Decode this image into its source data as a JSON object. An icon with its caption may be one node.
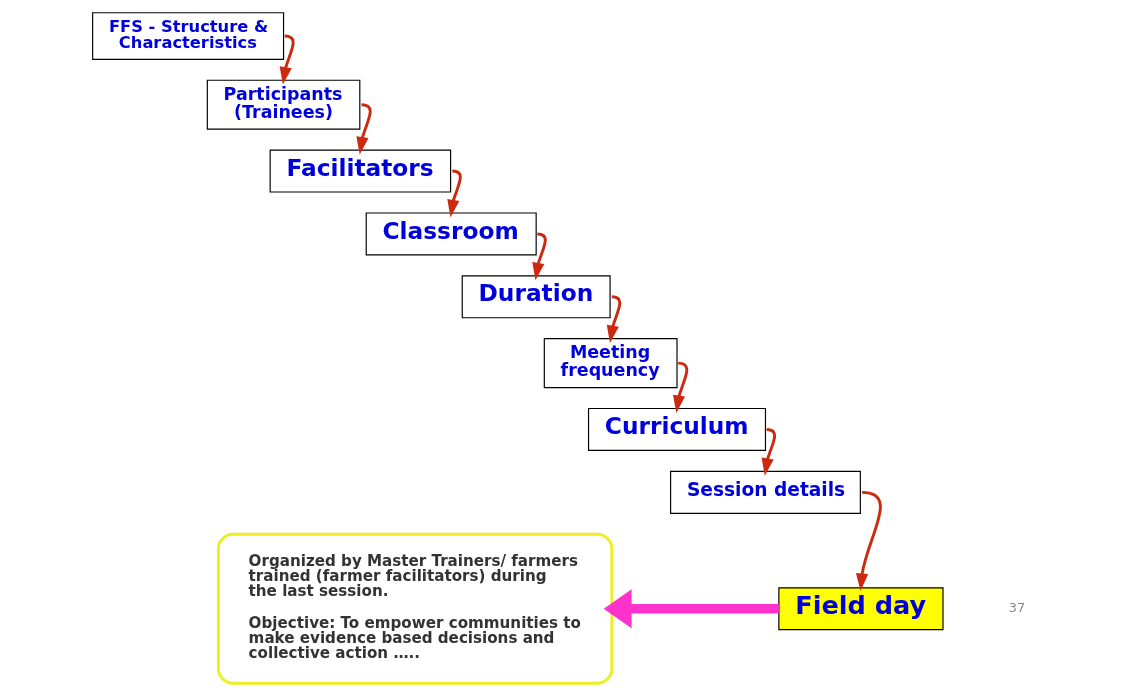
{
  "diagram": {
    "nodes": [
      {
        "text": [
          "FFS - Structure & Characteristics"
        ]
      },
      {
        "text": [
          "Participants (Trainees)"
        ]
      },
      {
        "text": [
          "Facilitators"
        ]
      },
      {
        "text": [
          "Classroom"
        ]
      },
      {
        "text": [
          "Duration"
        ]
      },
      {
        "text": [
          "Meeting frequency"
        ]
      },
      {
        "text": [
          "Curriculum"
        ]
      },
      {
        "text": [
          "Session details"
        ]
      },
      {
        "text": [
          "Field day"
        ]
      },
      {
        "text": [
          "Organized by Master Trainers/ farmers trained (farmer facilitators) during the last session.",
          "Objective: To empower communities to make evidence based decisions and collective action ….."
        ]
      }
    ],
    "edges": [
      {
        "from": 0,
        "to": 1,
        "arrow": "to"
      },
      {
        "from": 1,
        "to": 2,
        "arrow": "to"
      },
      {
        "from": 2,
        "to": 3,
        "arrow": "to"
      },
      {
        "from": 3,
        "to": 4,
        "arrow": "to"
      },
      {
        "from": 4,
        "to": 5,
        "arrow": "to"
      },
      {
        "from": 5,
        "to": 6,
        "arrow": "to"
      },
      {
        "from": 6,
        "to": 7,
        "arrow": "to"
      },
      {
        "from": 7,
        "to": 8,
        "arrow": "to"
      },
      {
        "from": 8,
        "to": 9,
        "arrow": "to",
        "style": "thick",
        "color": "#ff33cc"
      }
    ],
    "labels": [
      "37"
    ]
  }
}
